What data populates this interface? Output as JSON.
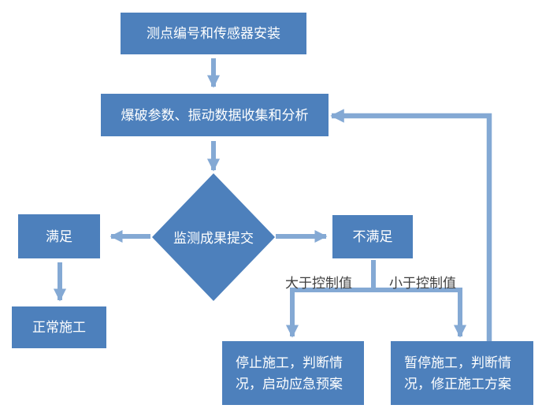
{
  "flowchart": {
    "nodes": {
      "sensor_install": "测点编号和传感器安装",
      "data_collect": "爆破参数、振动数据收集和分析",
      "decision": "监测成果提交",
      "satisfied": "满足",
      "normal_construction": "正常施工",
      "not_satisfied": "不满足",
      "stop_construction": "停止施工，判断情况，启动应急预案",
      "pause_construction": "暂停施工，判断情况，修正施工方案"
    },
    "edge_labels": {
      "greater_than_control": "大于控制值",
      "less_than_control": "小于控制值"
    },
    "colors": {
      "node_fill": "#4D80BC",
      "connector": "#84A9D4",
      "node_text": "#FFFFFF",
      "edge_label_text": "#3F3F3F",
      "background": "#FFFFFF"
    }
  }
}
